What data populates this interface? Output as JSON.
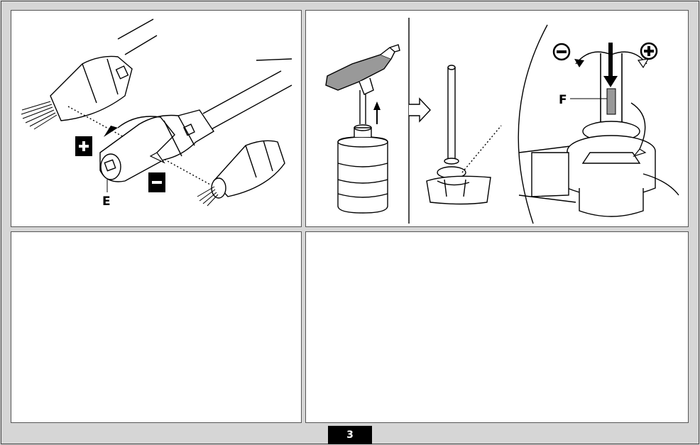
{
  "figure1": {
    "callout_e": "E"
  },
  "figure2": {
    "callout_f": "F"
  },
  "footer": {
    "page_number": "3"
  },
  "icons": {
    "plus_square": "plus-icon",
    "minus_square": "minus-icon",
    "plus_circle": "plus-circle-icon",
    "minus_circle": "minus-circle-icon",
    "rotate_arrow": "rotate-arrow-icon",
    "down_arrow": "arrow-down-icon",
    "up_arrow": "arrow-up-icon",
    "right_arrow": "arrow-right-icon"
  },
  "colors": {
    "background": "#d6d6d6",
    "panel": "#ffffff",
    "ink": "#000000",
    "tab": "#000000"
  }
}
